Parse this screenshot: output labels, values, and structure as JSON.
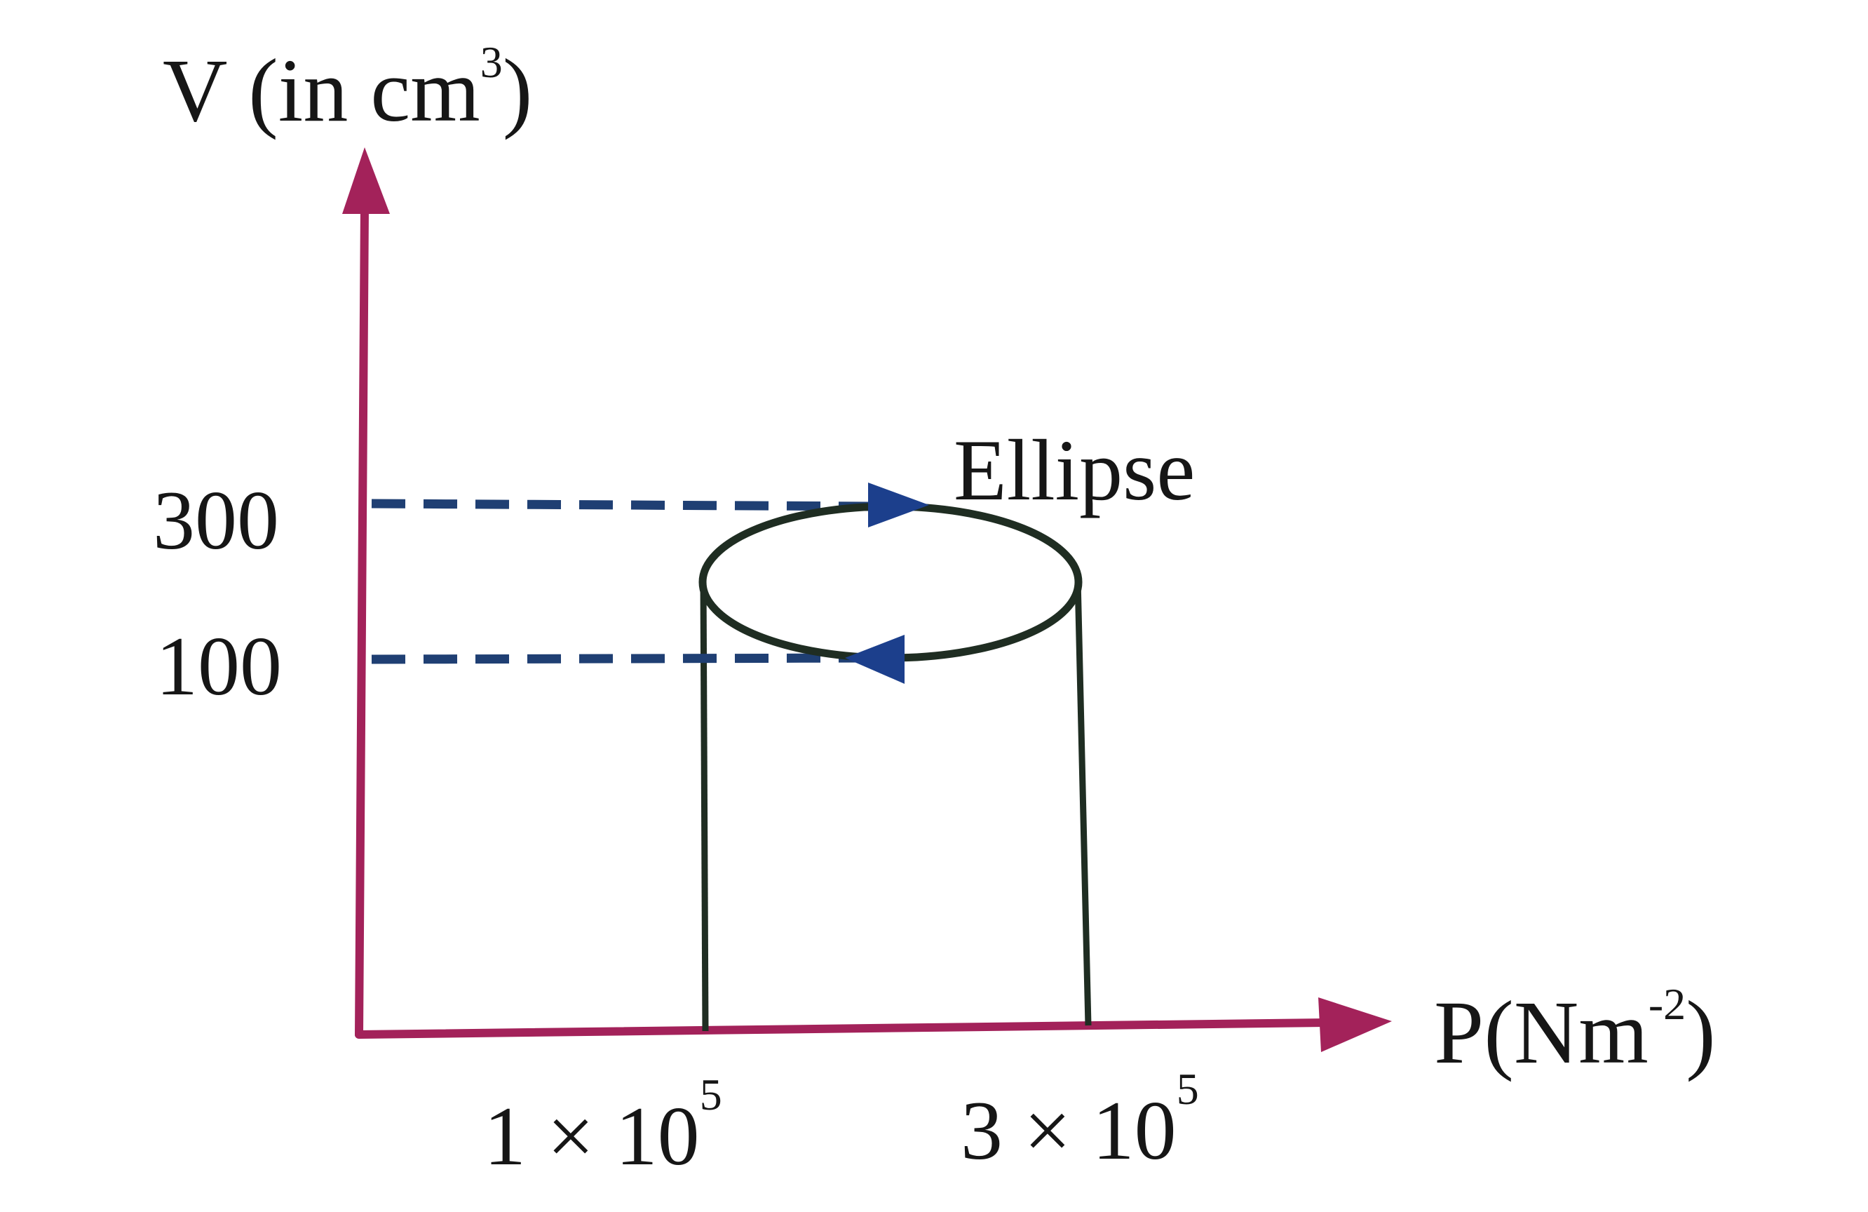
{
  "diagram": {
    "y_axis": {
      "label_main": "V (in cm",
      "label_sup": "3",
      "label_close": ")"
    },
    "x_axis": {
      "label_main": "P(Nm",
      "label_sup": "-2",
      "label_close": ")"
    },
    "y_ticks": [
      {
        "label": "300"
      },
      {
        "label": "100"
      }
    ],
    "x_ticks": [
      {
        "label_main": "1 × 10",
        "label_sup": "5"
      },
      {
        "label_main": "3 × 10",
        "label_sup": "5"
      }
    ],
    "curve_label": "Ellipse",
    "colors": {
      "axis": "#a3225a",
      "dashed": "#1f3f73",
      "arrow": "#1c3f8c",
      "curve": "#1f2d22",
      "text": "#161616"
    }
  }
}
